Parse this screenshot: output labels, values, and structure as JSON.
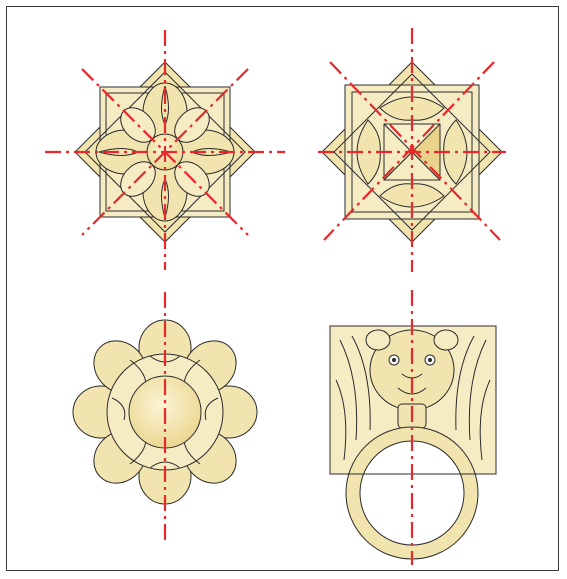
{
  "illustration": {
    "panels": [
      {
        "name": "octagonal-rosette-four-petal"
      },
      {
        "name": "octagonal-star-rosette"
      },
      {
        "name": "round-acanthus-rosette"
      },
      {
        "name": "lion-head-door-knocker"
      }
    ],
    "colors": {
      "ornament_fill": "#f2e4ae",
      "ornament_highlight": "#f6ecc4",
      "outline": "#2b2b2b",
      "centerline": "#e8282b",
      "border": "#3a3a3a"
    }
  }
}
